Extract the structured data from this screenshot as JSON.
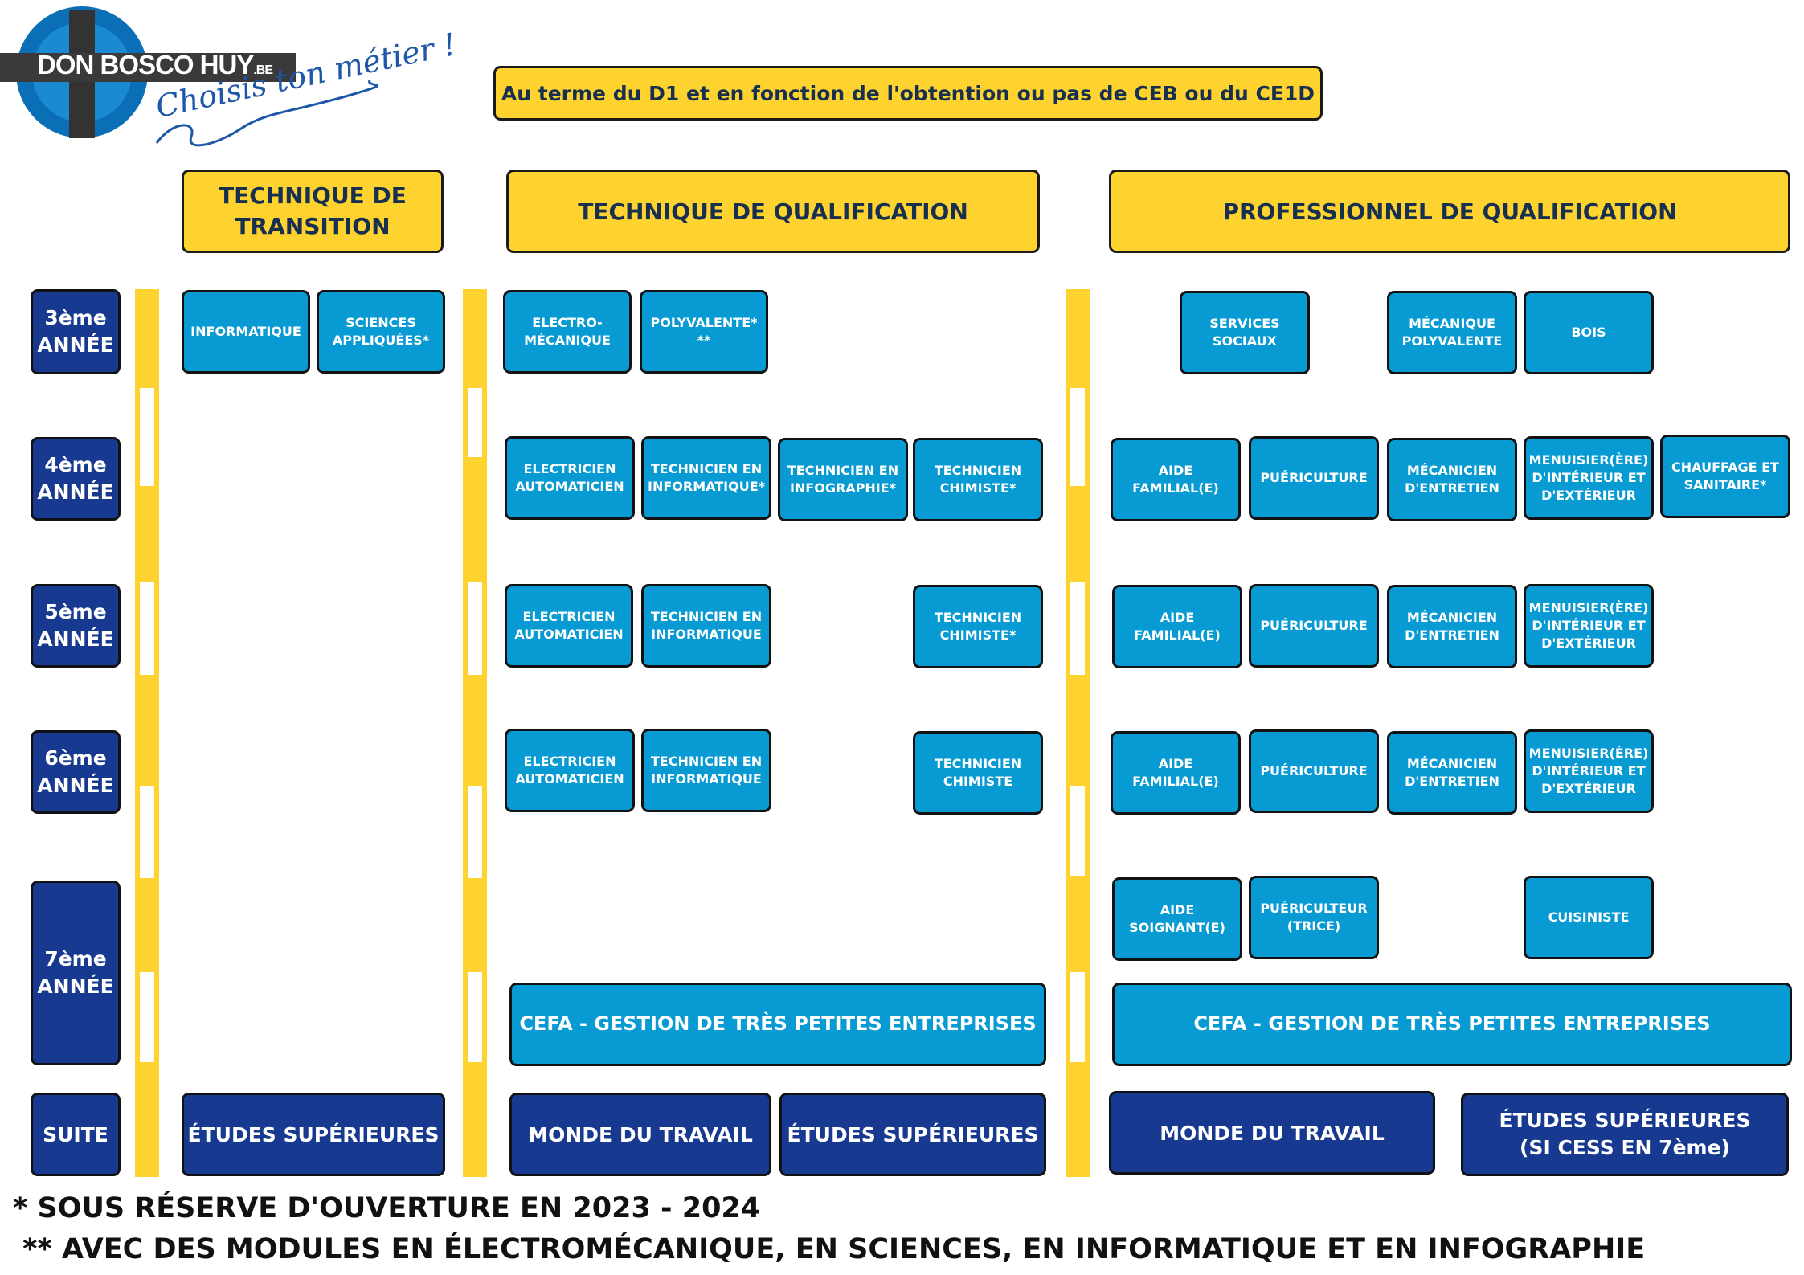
{
  "logo": {
    "brand": "DON BOSCO HUY",
    "brand_suffix": ".BE",
    "tagline": "Choisis ton métier !"
  },
  "intro": "Au terme du D1 et en fonction de l'obtention ou pas de CEB ou du CE1D",
  "streams": {
    "tt": "TECHNIQUE DE\nTRANSITION",
    "tq": "TECHNIQUE DE QUALIFICATION",
    "pq": "PROFESSIONNEL DE QUALIFICATION"
  },
  "years": {
    "y3": "3ème\nANNÉE",
    "y4": "4ème\nANNÉE",
    "y5": "5ème\nANNÉE",
    "y6": "6ème\nANNÉE",
    "y7": "7ème\nANNÉE",
    "suite": "SUITE"
  },
  "y3": {
    "tt1": "INFORMATIQUE",
    "tt2": "SCIENCES\nAPPLIQUÉES*",
    "tq1": "ELECTRO-\nMÉCANIQUE",
    "tq2": "POLYVALENTE*\n**",
    "pq1": "SERVICES\nSOCIAUX",
    "pq2": "MÉCANIQUE\nPOLYVALENTE",
    "pq3": "BOIS"
  },
  "y4": {
    "tq1": "ELECTRICIEN\nAUTOMATICIEN",
    "tq2": "TECHNICIEN EN\nINFORMATIQUE*",
    "tq3": "TECHNICIEN EN\nINFOGRAPHIE*",
    "tq4": "TECHNICIEN\nCHIMISTE*",
    "pq1": "AIDE\nFAMILIAL(E)",
    "pq2": "PUÉRICULTURE",
    "pq3": "MÉCANICIEN\nD'ENTRETIEN",
    "pq4": "MENUISIER(ÈRE)\nD'INTÉRIEUR ET\nD'EXTÉRIEUR",
    "pq5": "CHAUFFAGE ET\nSANITAIRE*"
  },
  "y5": {
    "tq1": "ELECTRICIEN\nAUTOMATICIEN",
    "tq2": "TECHNICIEN EN\nINFORMATIQUE",
    "tq4": "TECHNICIEN\nCHIMISTE*",
    "pq1": "AIDE\nFAMILIAL(E)",
    "pq2": "PUÉRICULTURE",
    "pq3": "MÉCANICIEN\nD'ENTRETIEN",
    "pq4": "MENUISIER(ÈRE)\nD'INTÉRIEUR ET\nD'EXTÉRIEUR"
  },
  "y6": {
    "tq1": "ELECTRICIEN\nAUTOMATICIEN",
    "tq2": "TECHNICIEN EN\nINFORMATIQUE",
    "tq4": "TECHNICIEN\nCHIMISTE",
    "pq1": "AIDE\nFAMILIAL(E)",
    "pq2": "PUÉRICULTURE",
    "pq3": "MÉCANICIEN\nD'ENTRETIEN",
    "pq4": "MENUISIER(ÈRE)\nD'INTÉRIEUR ET\nD'EXTÉRIEUR"
  },
  "y7": {
    "pq1": "AIDE\nSOIGNANT(E)",
    "pq2": "PUÉRICULTEUR\n(TRICE)",
    "pq4": "CUISINISTE",
    "cefa_tq": "CEFA - GESTION DE TRÈS PETITES ENTREPRISES",
    "cefa_pq": "CEFA - GESTION DE TRÈS PETITES ENTREPRISES"
  },
  "suite": {
    "tt": "ÉTUDES SUPÉRIEURES",
    "tq1": "MONDE DU TRAVAIL",
    "tq2": "ÉTUDES SUPÉRIEURES",
    "pq1": "MONDE DU TRAVAIL",
    "pq2": "ÉTUDES SUPÉRIEURES\n(SI CESS EN 7ème)"
  },
  "footnotes": {
    "f1": "* SOUS RÉSERVE D'OUVERTURE EN 2023 - 2024",
    "f2": " ** AVEC DES MODULES EN ÉLECTROMÉCANIQUE, EN SCIENCES, EN INFORMATIQUE ET EN INFOGRAPHIE"
  },
  "colors": {
    "yellow": "#fed22f",
    "light_blue": "#079ad3",
    "navy": "#17398f",
    "text_dark": "#17304f"
  }
}
